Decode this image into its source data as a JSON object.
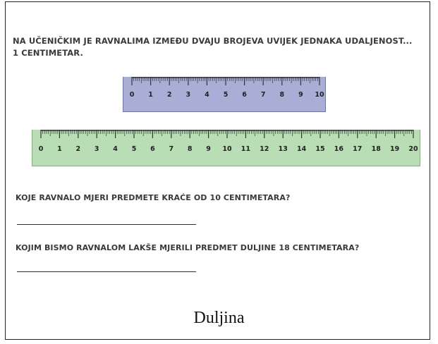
{
  "intro_text": "NA UČENIČKIM JE RAVNALIMA IZMEĐU DVAJU BROJEVA UVIJEK JEDNAKA UDALJENOST... 1 CENTIMETAR.",
  "ruler_small": {
    "labels": [
      "0",
      "1",
      "2",
      "3",
      "4",
      "5",
      "6",
      "7",
      "8",
      "9",
      "10"
    ],
    "color": "#a9aed7"
  },
  "ruler_large": {
    "labels": [
      "0",
      "1",
      "2",
      "3",
      "4",
      "5",
      "6",
      "7",
      "8",
      "9",
      "10",
      "11",
      "12",
      "13",
      "14",
      "15",
      "16",
      "17",
      "18",
      "19",
      "20"
    ],
    "color": "#b9ddb5"
  },
  "questions": {
    "q1": "KOJE RAVNALO MJERI PREDMETE KRAĆE OD 10 CENTIMETARA?",
    "q2": "KOJIM BISMO RAVNALOM LAKŠE MJERILI PREDMET DULJINE 18 CENTIMETARA?"
  },
  "caption": "Duljina"
}
